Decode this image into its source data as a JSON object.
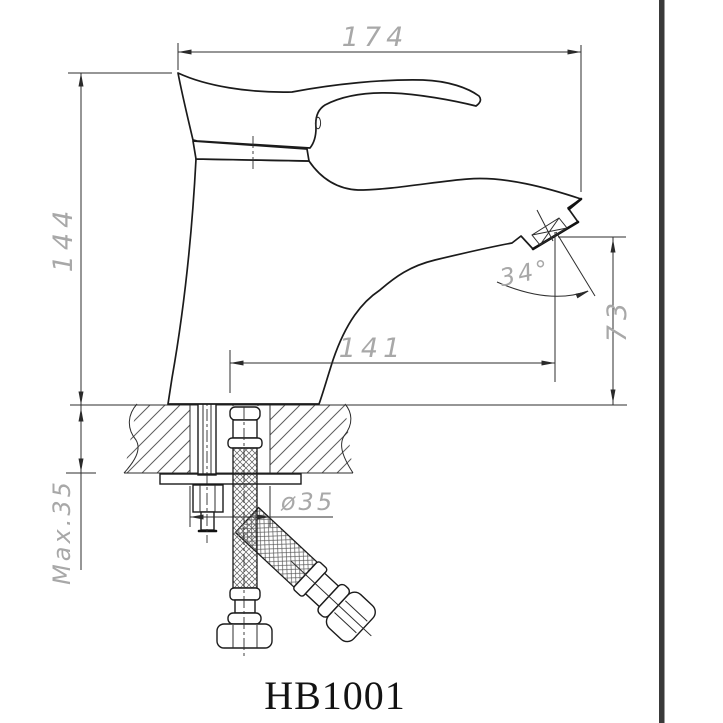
{
  "drawing": {
    "model": "HB1001",
    "dimensions": {
      "overall_width": "174",
      "body_height": "144",
      "spout_reach": "141",
      "spout_height": "73",
      "spout_angle": "34°",
      "hole_diameter": "ø35",
      "max_mount_thickness": "Max.35"
    },
    "colors": {
      "background": "#ffffff",
      "line": "#1b1b1b",
      "dimension_text": "#a8a8a8",
      "edge_bar": "#3a3a3a"
    }
  }
}
